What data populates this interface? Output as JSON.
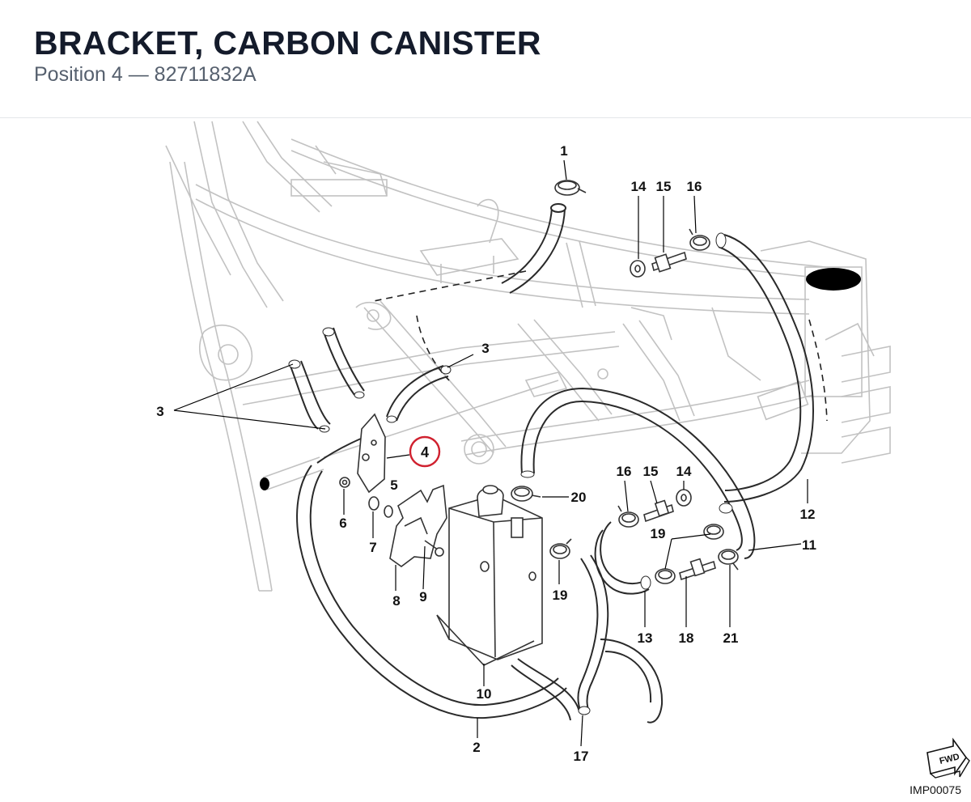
{
  "header": {
    "title": "BRACKET, CARBON CANISTER",
    "subtitle": "Position 4 — 82711832A"
  },
  "diagram": {
    "callouts": [
      "1",
      "2",
      "3",
      "3",
      "4",
      "5",
      "6",
      "7",
      "8",
      "9",
      "10",
      "11",
      "12",
      "13",
      "14",
      "14",
      "15",
      "15",
      "16",
      "16",
      "17",
      "18",
      "19",
      "19",
      "20",
      "21"
    ],
    "highlighted_position": "4",
    "highlight_color": "#d0212f",
    "fwd_label": "FWD",
    "reference_code": "IMP00075"
  }
}
